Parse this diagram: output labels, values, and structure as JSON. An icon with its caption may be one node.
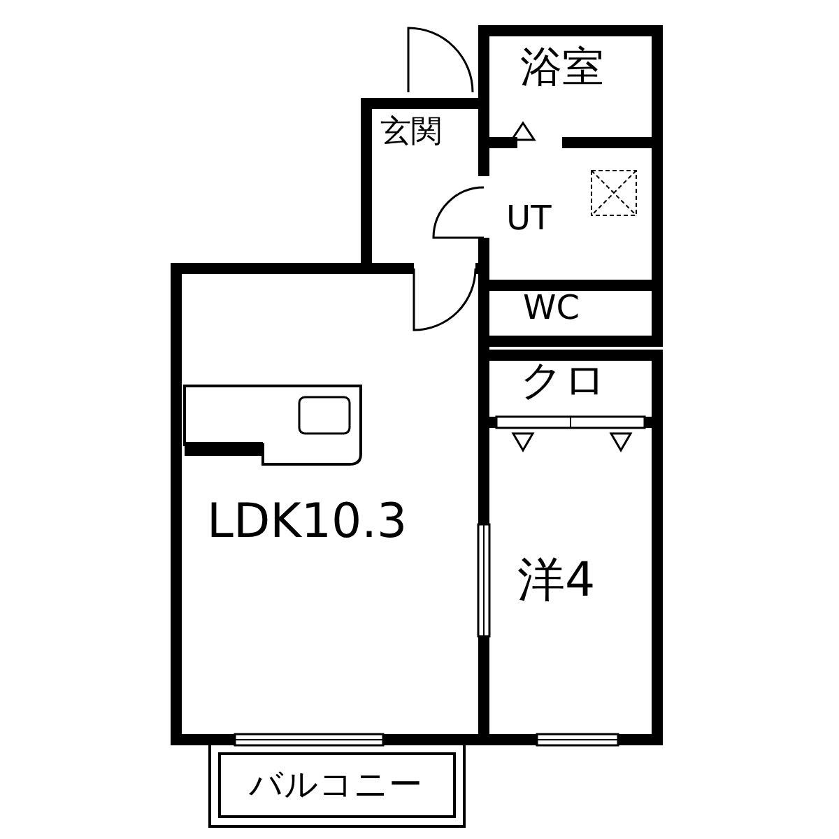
{
  "diagram": {
    "nodes": [
      {
        "text": [
          "浴室"
        ]
      },
      {
        "text": [
          "玄関"
        ]
      },
      {
        "text": [
          "UT"
        ]
      },
      {
        "text": [
          "WC"
        ]
      },
      {
        "text": [
          "クロ"
        ]
      },
      {
        "text": [
          "LDK10.3"
        ]
      },
      {
        "text": [
          "洋4"
        ]
      },
      {
        "text": [
          "バルコニー"
        ]
      }
    ]
  }
}
